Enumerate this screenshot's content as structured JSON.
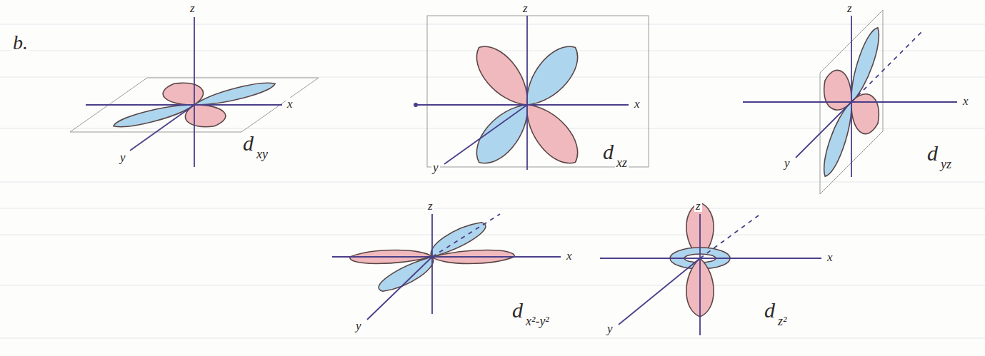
{
  "diagram": {
    "labels": [
      "b.",
      "z",
      "x",
      "y",
      "d",
      "xy",
      "z",
      "x",
      "y",
      "d",
      "xz",
      "z",
      "x",
      "y",
      "d",
      "yz",
      "z",
      "x",
      "y",
      "d",
      "x²-y²",
      "z",
      "x",
      "y",
      "d",
      "z²"
    ]
  }
}
